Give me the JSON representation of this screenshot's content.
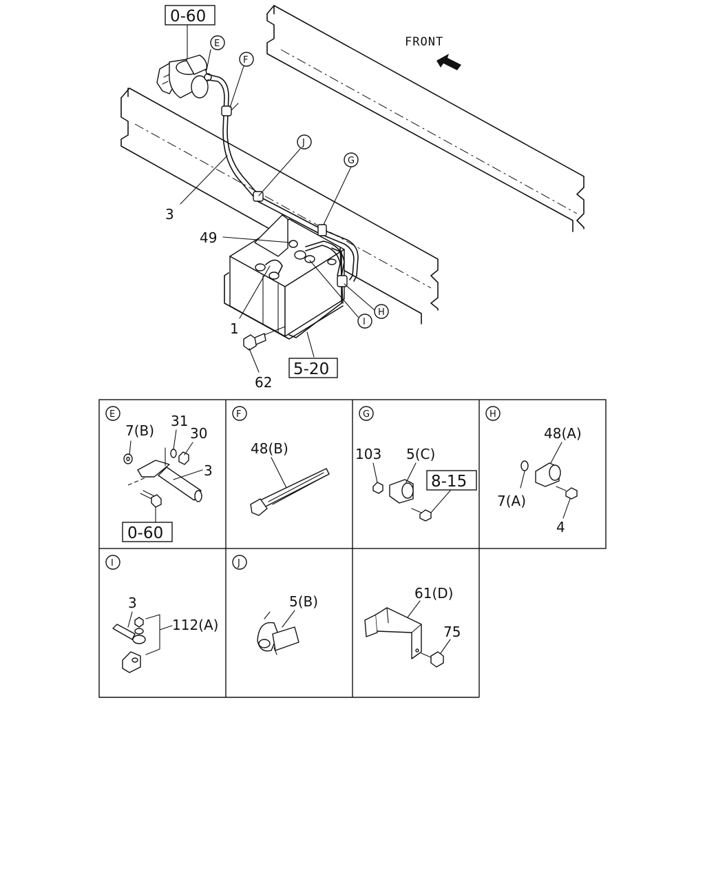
{
  "orientation": {
    "front_label": "FRONT"
  },
  "main_refs": {
    "ref_top": "0-60",
    "ref_battery": "5-20"
  },
  "main_parts": {
    "cable": "3",
    "terminal_nut": "49",
    "battery": "1",
    "bolt": "62"
  },
  "callouts": {
    "e": "E",
    "f": "F",
    "g": "G",
    "h": "H",
    "i": "I",
    "j": "J"
  },
  "detail_e": {
    "key": "E",
    "washer": "7(B)",
    "lockwasher": "31",
    "nut": "30",
    "cable": "3",
    "ref": "0-60"
  },
  "detail_f": {
    "key": "F",
    "tie": "48(B)"
  },
  "detail_g": {
    "key": "G",
    "nut": "103",
    "clip": "5(C)",
    "ref": "8-15"
  },
  "detail_h": {
    "key": "H",
    "clip": "48(A)",
    "washer": "7(A)",
    "bolt": "4"
  },
  "detail_i": {
    "key": "I",
    "cable": "3",
    "terminal": "112(A)"
  },
  "detail_j": {
    "key": "J",
    "clip": "5(B)"
  },
  "detail_k": {
    "bracket": "61(D)",
    "bolt": "75"
  }
}
